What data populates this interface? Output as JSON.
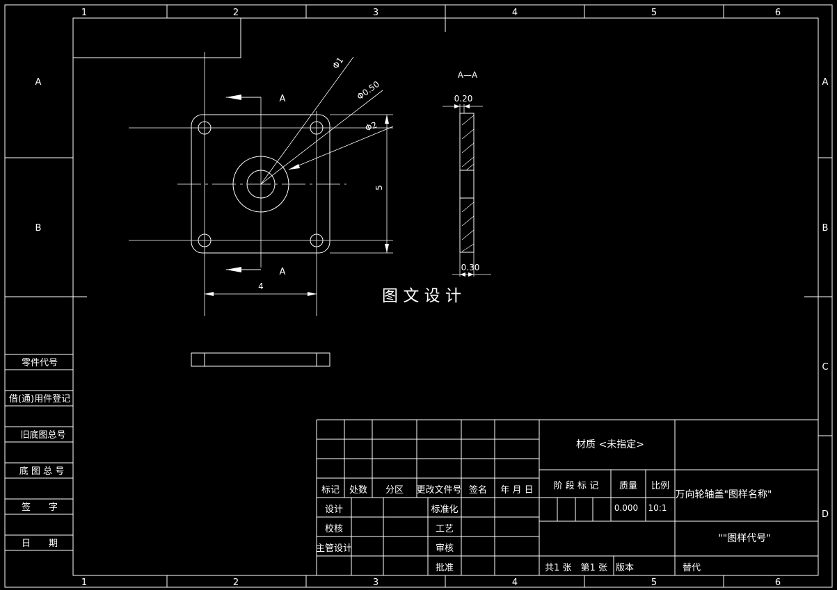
{
  "drawing": {
    "columns": [
      "1",
      "2",
      "3",
      "4",
      "5",
      "6"
    ],
    "rows": [
      "A",
      "B",
      "C",
      "D"
    ],
    "watermark": "图 文 设 计",
    "section_labels": {
      "top": "A",
      "bottom": "A",
      "view": "A—A"
    },
    "dimensions": {
      "dia1": "Φ1",
      "dia050": "Φ0.50",
      "dia2": "Φ2",
      "height": "5",
      "width": "4",
      "thk_top": "0.20",
      "thk_bottom": "0.30"
    }
  },
  "side_panel": {
    "items": [
      "零件代号",
      "借(通)用件登记",
      "旧底图总号",
      "底 图 总 号",
      "签　　字",
      "日　　期"
    ]
  },
  "title_block": {
    "headers": [
      "标记",
      "处数",
      "分区",
      "更改文件号",
      "签名",
      "年 月 日"
    ],
    "design": "设计",
    "check": "校核",
    "chief": "主管设计",
    "standard": "标准化",
    "process": "工艺",
    "review": "审核",
    "approve": "批准",
    "material": "材质 <未指定>",
    "stage_mark": "阶 段 标 记",
    "mass_label": "质量",
    "scale_label": "比例",
    "mass_value": "0.000",
    "scale_value": "10:1",
    "part_name": "万向轮轴盖\"图样名称\"",
    "part_code": "\"\"图样代号\"",
    "sheets": "共1 张　第1 张",
    "version": "版本",
    "replace": "替代"
  }
}
